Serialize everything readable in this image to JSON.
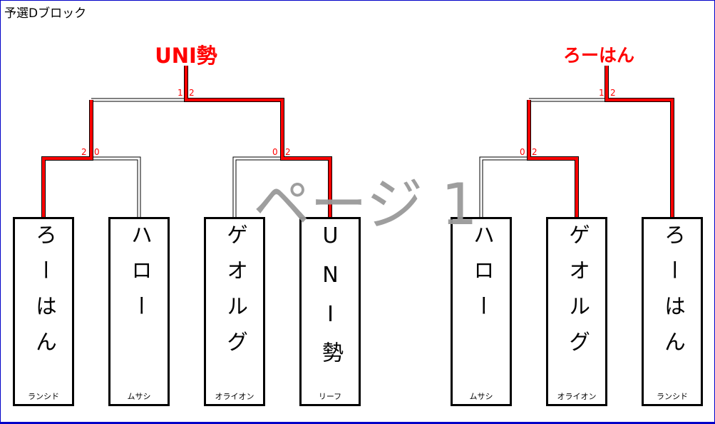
{
  "title": "予選Dブロック",
  "watermark": "ページ 1",
  "brackets": [
    {
      "winner": "UNI勢",
      "final_scores": [
        "1",
        "2"
      ],
      "matches": [
        {
          "scores": [
            "2",
            "0"
          ]
        },
        {
          "scores": [
            "0",
            "2"
          ]
        }
      ],
      "entries": [
        {
          "name": "ろーはん",
          "team": "ランシド"
        },
        {
          "name": "ハロー",
          "team": "ムサシ"
        },
        {
          "name": "ゲオルグ",
          "team": "オライオン"
        },
        {
          "name": "UNI勢",
          "team": "リーフ"
        }
      ]
    },
    {
      "winner": "ろーはん",
      "final_scores": [
        "1",
        "2"
      ],
      "matches": [
        {
          "scores": [
            "0",
            "2"
          ]
        }
      ],
      "entries": [
        {
          "name": "ハロー",
          "team": "ムサシ"
        },
        {
          "name": "ゲオルグ",
          "team": "オライオン"
        },
        {
          "name": "ろーはん",
          "team": "ランシド"
        }
      ]
    }
  ],
  "colors": {
    "win": "#ff0000",
    "border": "#0000c8",
    "watermark": "#999999"
  }
}
